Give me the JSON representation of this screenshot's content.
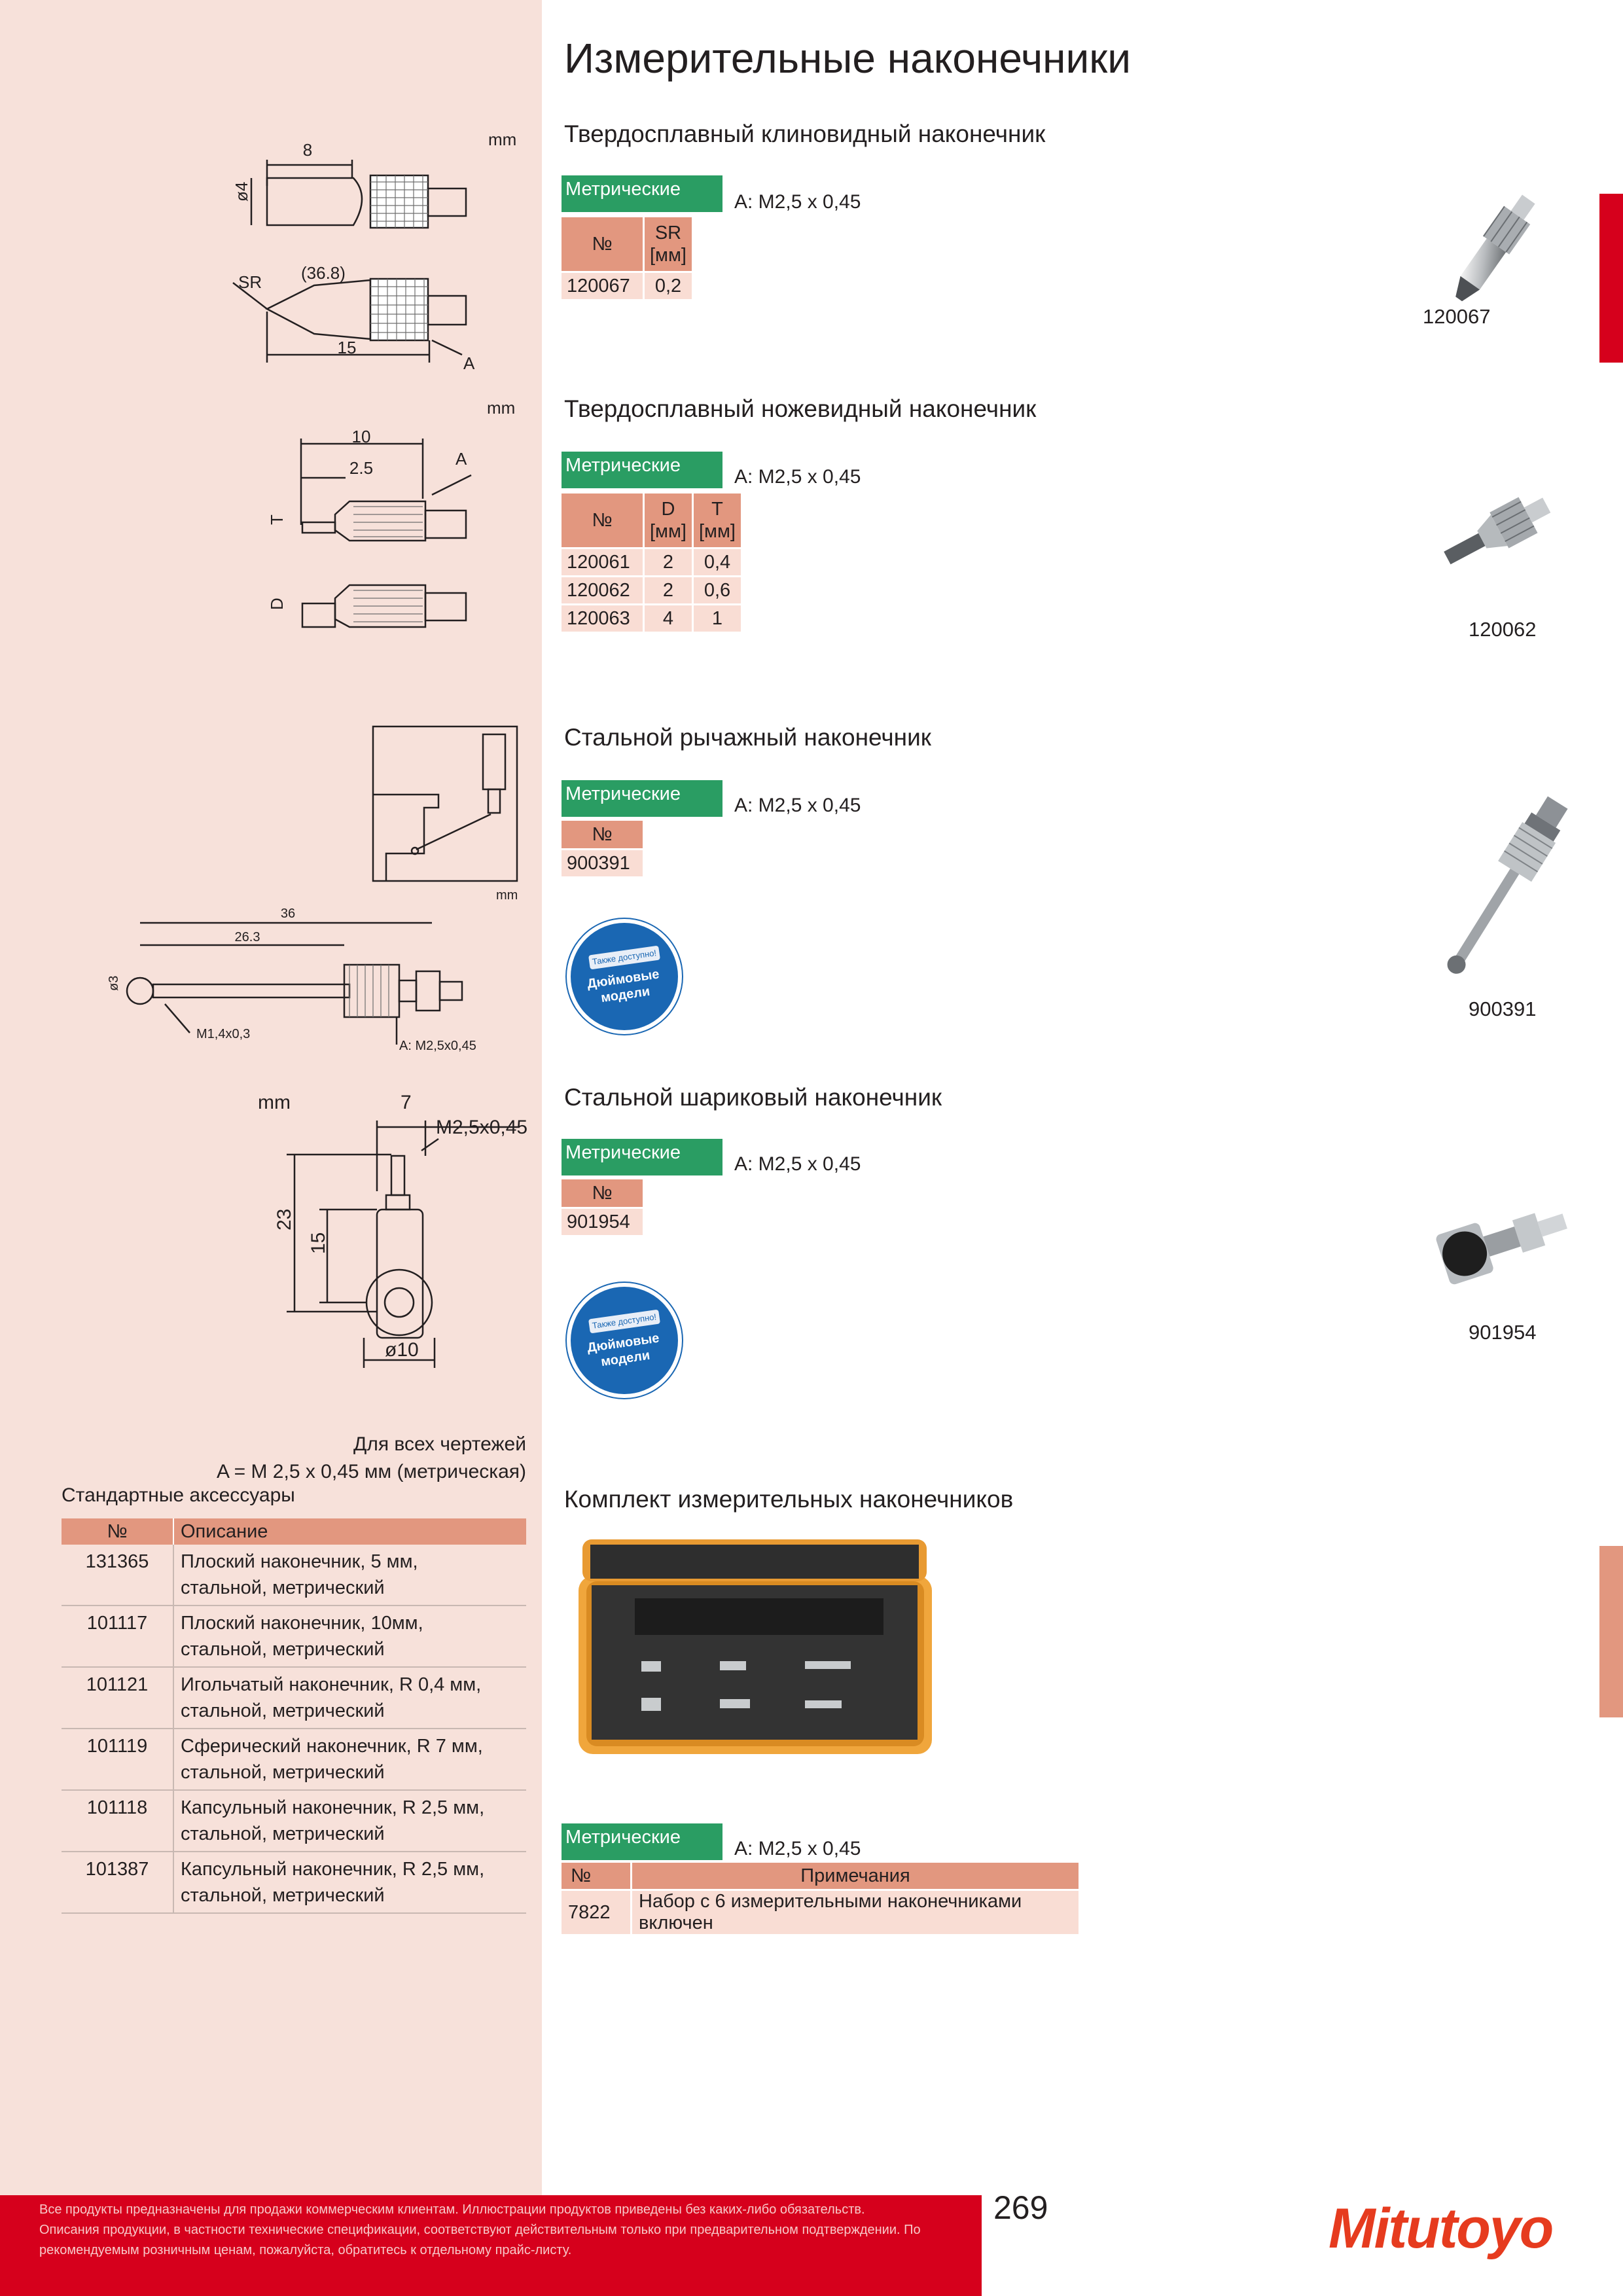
{
  "page_title": "Измерительные наконечники",
  "sections": [
    {
      "title": "Твердосплавный клиновидный наконечник",
      "metric_label": "Метрические",
      "thread": "A: M2,5 x 0,45",
      "columns": [
        "№",
        "SR [мм]"
      ],
      "rows": [
        [
          "120067",
          "0,2"
        ]
      ],
      "image_code": "120067"
    },
    {
      "title": "Твердосплавный ножевидный наконечник",
      "metric_label": "Метрические",
      "thread": "A: M2,5 x 0,45",
      "columns": [
        "№",
        "D [мм]",
        "T [мм]"
      ],
      "rows": [
        [
          "120061",
          "2",
          "0,4"
        ],
        [
          "120062",
          "2",
          "0,6"
        ],
        [
          "120063",
          "4",
          "1"
        ]
      ],
      "image_code": "120062"
    },
    {
      "title": "Стальной рычажный наконечник",
      "metric_label": "Метрические",
      "thread": "A: M2,5 x 0,45",
      "columns": [
        "№"
      ],
      "rows": [
        [
          "900391"
        ]
      ],
      "image_code": "900391",
      "badge_top": "Также доступно!",
      "badge_main": "Дюймовые модели"
    },
    {
      "title": "Стальной шариковый наконечник",
      "metric_label": "Метрические",
      "thread": "A: M2,5 x 0,45",
      "columns": [
        "№"
      ],
      "rows": [
        [
          "901954"
        ]
      ],
      "image_code": "901954",
      "badge_top": "Также доступно!",
      "badge_main": "Дюймовые модели"
    },
    {
      "title": "Комплект измерительных наконечников",
      "metric_label": "Метрические",
      "thread": "A: M2,5 x 0,45",
      "columns": [
        "№",
        "Примечания"
      ],
      "rows": [
        [
          "7822",
          "Набор с 6 измерительными наконечниками включен"
        ]
      ]
    }
  ],
  "drawings": {
    "unit": "mm",
    "d1": {
      "len": "8",
      "dia": "ø4",
      "sr": "SR",
      "angle": "(36.8)",
      "total": "15",
      "a": "A"
    },
    "d2": {
      "len": "10",
      "sub": "2.5",
      "a": "A",
      "t": "T",
      "d": "D"
    },
    "d3": {
      "total": "36",
      "sub": "26.3",
      "dia": "ø3",
      "m": "M1,4x0,3",
      "a": "A: M2,5x0,45"
    },
    "d4": {
      "w": "7",
      "thread": "M2,5x0,45",
      "h1": "23",
      "h2": "15",
      "dia": "ø10"
    }
  },
  "all_drawings_note": {
    "line1": "Для всех чертежей",
    "line2": "A = M 2,5 x 0,45 мм (метрическая)"
  },
  "accessories": {
    "title": "Стандартные аксессуары",
    "col_no": "№",
    "col_desc": "Описание",
    "rows": [
      {
        "no": "131365",
        "l1": "Плоский наконечник, 5 мм,",
        "l2": "стальной, метрический"
      },
      {
        "no": "101117",
        "l1": "Плоский наконечник, 10мм,",
        "l2": "стальной, метрический"
      },
      {
        "no": "101121",
        "l1": "Игольчатый наконечник, R 0,4 мм,",
        "l2": "стальной, метрический"
      },
      {
        "no": "101119",
        "l1": "Сферический наконечник, R 7 мм,",
        "l2": "стальной, метрический"
      },
      {
        "no": "101118",
        "l1": "Капсульный наконечник, R 2,5 мм,",
        "l2": "стальной, метрический"
      },
      {
        "no": "101387",
        "l1": "Капсульный наконечник, R 2,5 мм,",
        "l2": "стальной, метрический"
      }
    ]
  },
  "footer": {
    "line1": "Все продукты предназначены для продажи коммерческим клиентам. Иллюстрации продуктов приведены без каких-либо обязательств.",
    "line2": "Описания продукции, в частности технические спецификации, соответствуют действительным только при предварительном подтверждении. По",
    "line3": "рекомендуемым розничным ценам, пожалуйста, обратитесь к отдельному прайс-листу."
  },
  "page_number": "269",
  "brand": "Mitutoyo",
  "colors": {
    "accent_red": "#d6001c",
    "metric_green": "#2a9d63",
    "table_header": "#e2977f",
    "table_cell": "#f9ddd4",
    "panel": "#f7e1da",
    "badge_blue": "#1a67b3"
  }
}
